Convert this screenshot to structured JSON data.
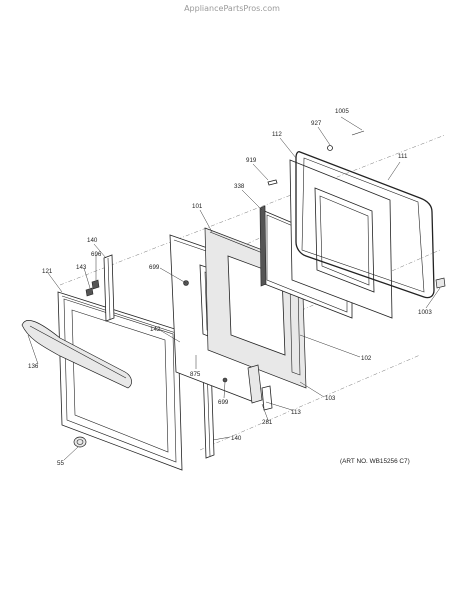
{
  "watermark": "AppliancePartsPros.com",
  "art_number": "(ART NO. WB15256 C7)",
  "callouts": [
    "1005",
    "927",
    "112",
    "111",
    "919",
    "338",
    "101",
    "140",
    "696",
    "143",
    "121",
    "699",
    "142",
    "136",
    "875",
    "699",
    "102",
    "103",
    "113",
    "281",
    "140",
    "55",
    "1003"
  ]
}
